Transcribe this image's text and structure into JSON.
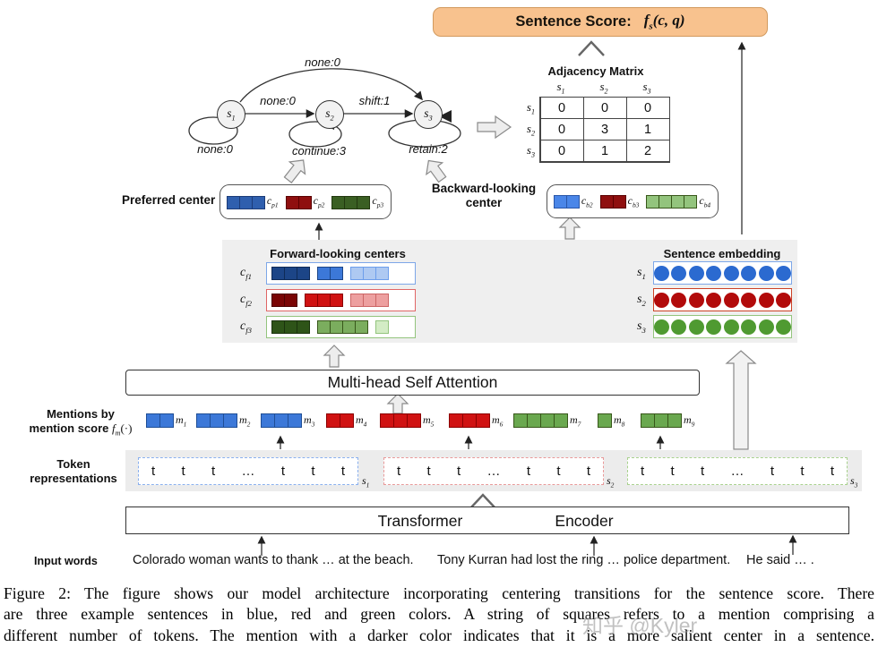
{
  "score_box": {
    "label": "Sentence Score:",
    "formula": {
      "f": "f",
      "sub": "s",
      "args": "(c, q)"
    }
  },
  "transitions": {
    "states": [
      {
        "base": "s",
        "sub": "1"
      },
      {
        "base": "s",
        "sub": "2"
      },
      {
        "base": "s",
        "sub": "3"
      }
    ],
    "top_arc": "none:0",
    "s1_s2": "none:0",
    "s2_s3": "shift:1",
    "s1_loop": "none:0",
    "s2_loop": "continue:3",
    "s3_loop": "retain:2"
  },
  "adjacency_matrix": {
    "title": "Adjacency Matrix",
    "headers": [
      {
        "base": "s",
        "sub": "1"
      },
      {
        "base": "s",
        "sub": "2"
      },
      {
        "base": "s",
        "sub": "3"
      }
    ],
    "rows": [
      {
        "header": {
          "base": "s",
          "sub": "1"
        },
        "values": [
          "0",
          "0",
          "0"
        ]
      },
      {
        "header": {
          "base": "s",
          "sub": "2"
        },
        "values": [
          "0",
          "3",
          "1"
        ]
      },
      {
        "header": {
          "base": "s",
          "sub": "3"
        },
        "values": [
          "0",
          "1",
          "2"
        ]
      }
    ]
  },
  "preferred_center": {
    "label": "Preferred center",
    "items": [
      {
        "label": {
          "base": "c",
          "sub": "p1"
        },
        "count": 3,
        "color": "#2f5fae",
        "border": "#1c3c78"
      },
      {
        "label": {
          "base": "c",
          "sub": "p2"
        },
        "count": 2,
        "color": "#8f0f0f",
        "border": "#5a0000"
      },
      {
        "label": {
          "base": "c",
          "sub": "p3"
        },
        "count": 3,
        "color": "#3a5f23",
        "border": "#22380f"
      }
    ]
  },
  "backward_center": {
    "label_line1": "Backward-looking",
    "label_line2": "center",
    "items": [
      {
        "label": {
          "base": "c",
          "sub": "b2"
        },
        "count": 2,
        "color": "#4a86e8",
        "border": "#2a56a8"
      },
      {
        "label": {
          "base": "c",
          "sub": "b3"
        },
        "count": 2,
        "color": "#8f0f0f",
        "border": "#5a0000"
      },
      {
        "label": {
          "base": "c",
          "sub": "b4"
        },
        "count": 4,
        "color": "#93c47d",
        "border": "#38571a"
      }
    ]
  },
  "panel": {
    "forward": {
      "title": "Forward-looking centers",
      "rows": [
        {
          "label": {
            "base": "c",
            "sub": "f1"
          },
          "box_border": "#7da7e8",
          "groups": [
            {
              "count": 3,
              "color": "#1c4587",
              "border": "#0f2b57"
            },
            {
              "count": 2,
              "color": "#3c78d8",
              "border": "#1c4587"
            },
            {
              "count": 3,
              "color": "#aec9f2",
              "border": "#6d9eeb"
            }
          ]
        },
        {
          "label": {
            "base": "c",
            "sub": "f2"
          },
          "box_border": "#e06666",
          "groups": [
            {
              "count": 2,
              "color": "#7a0505",
              "border": "#4d0000"
            },
            {
              "count": 3,
              "color": "#d01212",
              "border": "#8b0000"
            },
            {
              "count": 3,
              "color": "#eda0a0",
              "border": "#cc6666"
            }
          ]
        },
        {
          "label": {
            "base": "c",
            "sub": "f3"
          },
          "box_border": "#93c47d",
          "groups": [
            {
              "count": 3,
              "color": "#2e5418",
              "border": "#1a330d"
            },
            {
              "count": 4,
              "color": "#7bad5e",
              "border": "#38571a"
            },
            {
              "count": 1,
              "color": "#d3ecc5",
              "border": "#93c47d"
            }
          ]
        }
      ]
    },
    "embedding": {
      "title": "Sentence embedding",
      "rows": [
        {
          "label": {
            "base": "s",
            "sub": "1"
          },
          "box_border": "#7da7e8",
          "color": "#2b6ad0",
          "count": 8
        },
        {
          "label": {
            "base": "s",
            "sub": "2"
          },
          "box_border": "#cc4125",
          "color": "#b20b0b",
          "count": 8
        },
        {
          "label": {
            "base": "s",
            "sub": "3"
          },
          "box_border": "#93c47d",
          "color": "#4f9a31",
          "count": 8
        }
      ]
    }
  },
  "msa": {
    "label": "Multi-head Self Attention"
  },
  "mentions": {
    "label_line1": "Mentions by",
    "label_line2_prefix": "mention score ",
    "fn": {
      "f": "f",
      "sub": "m",
      "args": "(·)"
    },
    "items": [
      {
        "label": {
          "base": "m",
          "sub": "1"
        },
        "count": 2,
        "color": "#3c78d8",
        "border": "#1f4e96"
      },
      {
        "label": {
          "base": "m",
          "sub": "2"
        },
        "count": 3,
        "color": "#3c78d8",
        "border": "#1f4e96"
      },
      {
        "label": {
          "base": "m",
          "sub": "3"
        },
        "count": 3,
        "color": "#3c78d8",
        "border": "#1f4e96"
      },
      {
        "label": {
          "base": "m",
          "sub": "4"
        },
        "count": 2,
        "color": "#d01212",
        "border": "#8b0000"
      },
      {
        "label": {
          "base": "m",
          "sub": "5"
        },
        "count": 3,
        "color": "#d01212",
        "border": "#8b0000"
      },
      {
        "label": {
          "base": "m",
          "sub": "6"
        },
        "count": 3,
        "color": "#d01212",
        "border": "#8b0000"
      },
      {
        "label": {
          "base": "m",
          "sub": "7"
        },
        "count": 4,
        "color": "#6aa84f",
        "border": "#38571a"
      },
      {
        "label": {
          "base": "m",
          "sub": "8"
        },
        "count": 1,
        "color": "#6aa84f",
        "border": "#38571a"
      },
      {
        "label": {
          "base": "m",
          "sub": "9"
        },
        "count": 3,
        "color": "#6aa84f",
        "border": "#38571a"
      }
    ]
  },
  "tokens": {
    "label_line1": "Token",
    "label_line2": "representations",
    "groups": [
      {
        "label": {
          "base": "s",
          "sub": "1"
        },
        "border": "#8ab0ee",
        "cells": [
          "t",
          "t",
          "t",
          "…",
          "t",
          "t",
          "t"
        ]
      },
      {
        "label": {
          "base": "s",
          "sub": "2"
        },
        "border": "#e89a9a",
        "cells": [
          "t",
          "t",
          "t",
          "…",
          "t",
          "t",
          "t"
        ]
      },
      {
        "label": {
          "base": "s",
          "sub": "3"
        },
        "border": "#a9d18e",
        "cells": [
          "t",
          "t",
          "t",
          "…",
          "t",
          "t",
          "t"
        ]
      }
    ]
  },
  "encoder": {
    "word1": "Transformer",
    "word2": "Encoder"
  },
  "input_words": {
    "label": "Input words",
    "sentences": [
      "Colorado woman wants to thank … at the beach.",
      "Tony Kurran had lost the ring … police department.",
      "He said … ."
    ]
  },
  "caption": {
    "lines": [
      "Figure 2: The figure shows our model architecture incorporating centering transitions for the sentence score. There",
      "are three example sentences in blue, red and green colors.  A string of squares refers to a mention comprising a",
      "different number of tokens.  The mention with a darker color indicates that it is a more salient center in a sentence."
    ]
  },
  "watermark": {
    "text": "知乎 @Kyler"
  }
}
